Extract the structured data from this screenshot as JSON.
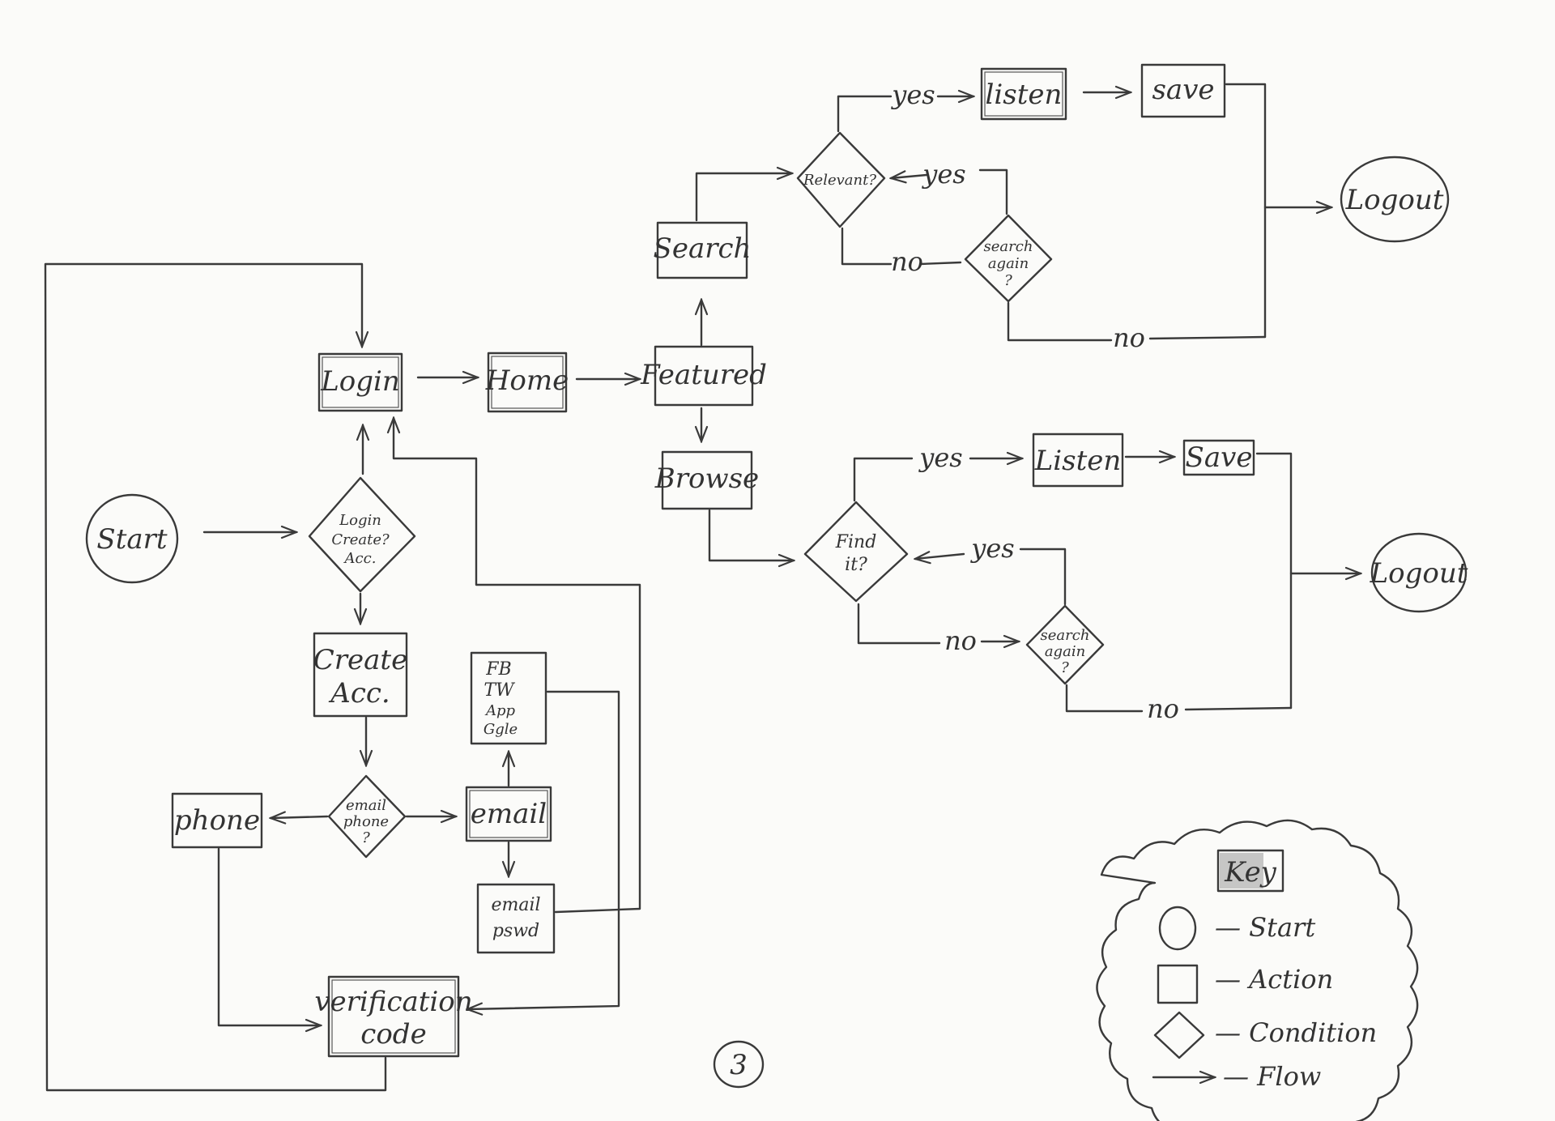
{
  "nodes": {
    "start": "Start",
    "login": "Login",
    "home": "Home",
    "featured": "Featured",
    "search": "Search",
    "browse": "Browse",
    "login_create": [
      "Login",
      "Create?",
      "Acc."
    ],
    "create_acc": [
      "Create",
      "Acc."
    ],
    "email_phone": [
      "email",
      "phone",
      "?"
    ],
    "phone": "phone",
    "email": "email",
    "social": [
      "FB",
      "TW",
      "App",
      "Ggle"
    ],
    "email_pswd": [
      "email",
      "pswd"
    ],
    "verification": [
      "verification",
      "code"
    ],
    "relevant": "Relevant?",
    "listen_top": "listen",
    "save_top": "save",
    "search_again_top": [
      "search",
      "again",
      "?"
    ],
    "logout_top": "Logout",
    "find_it": [
      "Find",
      "it?"
    ],
    "listen_bottom": "Listen",
    "save_bottom": "Save",
    "search_again_bottom": [
      "search",
      "again",
      "?"
    ],
    "logout_bottom": "Logout"
  },
  "edge_labels": {
    "yes_top": "yes",
    "yes_top_back": "yes",
    "no_top": "no",
    "no_top_logout": "no",
    "yes_bottom": "yes",
    "yes_bottom_back": "yes",
    "no_bottom": "no",
    "no_bottom_logout": "no"
  },
  "key": {
    "title": "Key",
    "start": "— Start",
    "action": "— Action",
    "condition": "— Condition",
    "flow": "— Flow"
  },
  "page_number": "3"
}
